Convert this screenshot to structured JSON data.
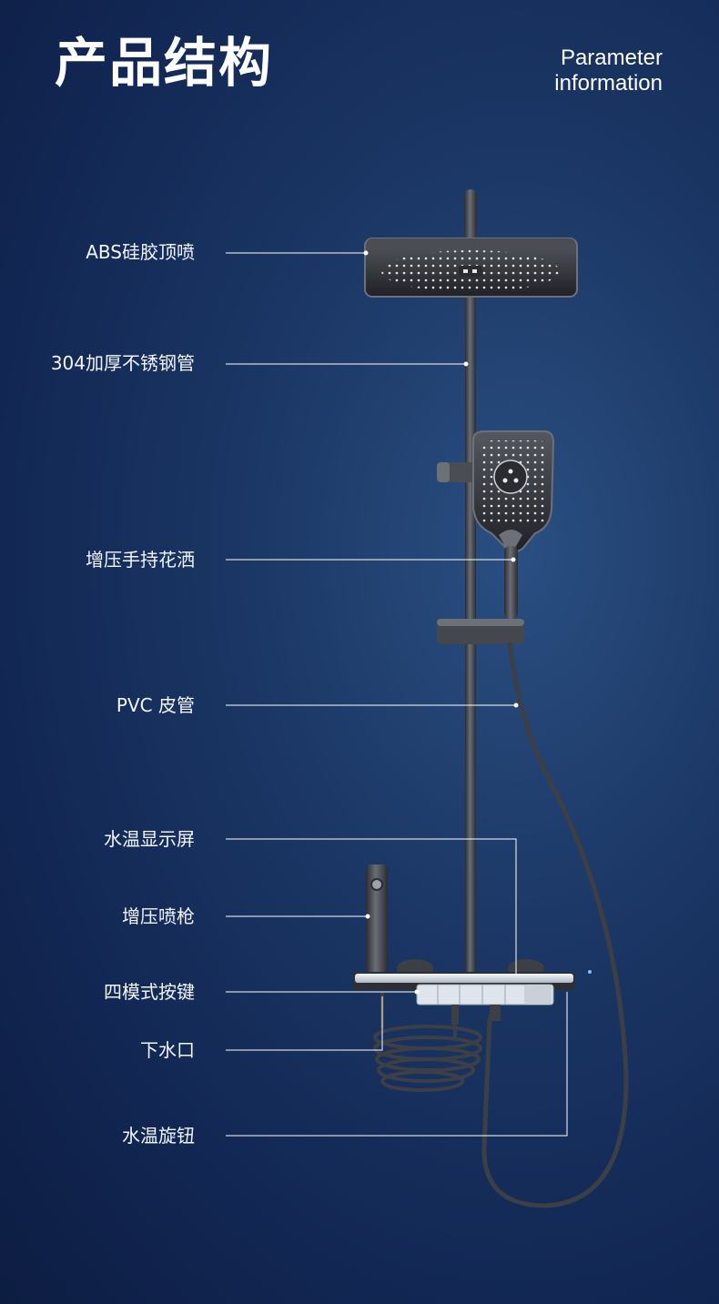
{
  "header": {
    "title": "产品结构",
    "subtitle_line1": "Parameter",
    "subtitle_line2": "information"
  },
  "parts": [
    {
      "label": "ABS硅胶顶喷"
    },
    {
      "label": "304加厚不锈钢管"
    },
    {
      "label": "增压手持花洒"
    },
    {
      "label": "PVC 皮管"
    },
    {
      "label": "水温显示屏"
    },
    {
      "label": "增压喷枪"
    },
    {
      "label": "四模式按键"
    },
    {
      "label": "下水口"
    },
    {
      "label": "水温旋钮"
    }
  ],
  "colors": {
    "background": "#162d5c",
    "metal": "#3f4248",
    "metal_highlight": "#8a8e96",
    "leader_line": "#ffffff",
    "panel": "#e8eef5"
  }
}
